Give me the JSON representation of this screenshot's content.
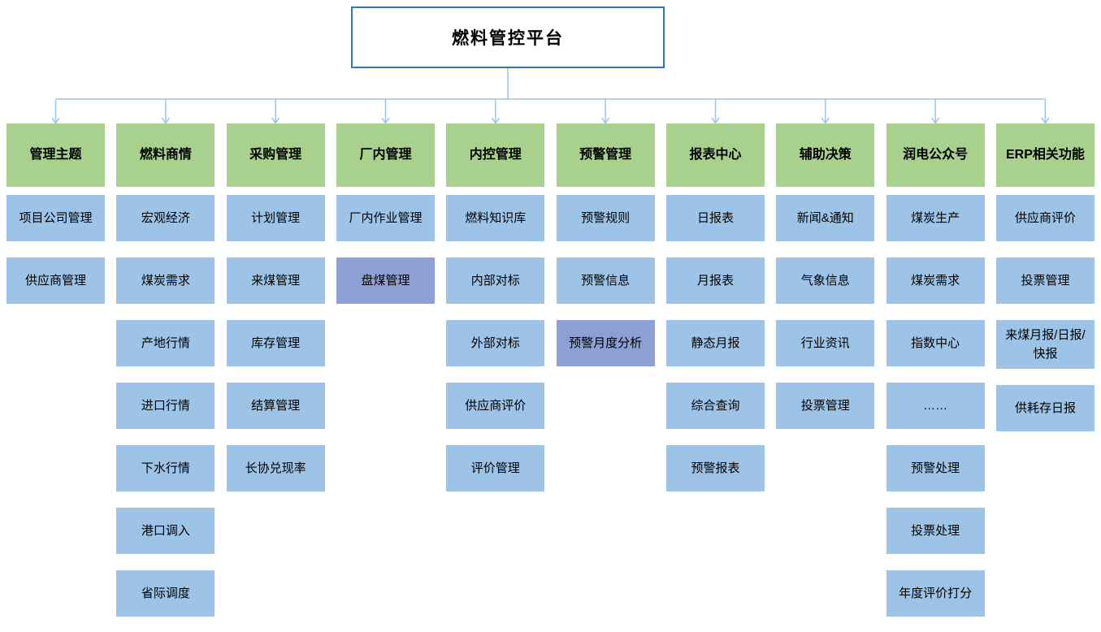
{
  "title": "燃料管控平台",
  "colors": {
    "header_bg": "#A9D18E",
    "item_bg": "#9DC3E6",
    "item_alt_bg": "#8E9FD5",
    "line": "#9DC3E6",
    "root_border": "#2E75B6"
  },
  "columns": [
    {
      "header": "管理主题",
      "items": [
        {
          "label": "项目公司管理"
        },
        {
          "label": "供应商管理"
        }
      ]
    },
    {
      "header": "燃料商情",
      "items": [
        {
          "label": "宏观经济"
        },
        {
          "label": "煤炭需求"
        },
        {
          "label": "产地行情"
        },
        {
          "label": "进口行情"
        },
        {
          "label": "下水行情"
        },
        {
          "label": "港口调入"
        },
        {
          "label": "省际调度"
        }
      ]
    },
    {
      "header": "采购管理",
      "items": [
        {
          "label": "计划管理"
        },
        {
          "label": "来煤管理"
        },
        {
          "label": "库存管理"
        },
        {
          "label": "结算管理"
        },
        {
          "label": "长协兑现率"
        }
      ]
    },
    {
      "header": "厂内管理",
      "items": [
        {
          "label": "厂内作业管理"
        },
        {
          "label": "盘煤管理",
          "variant": "purple"
        }
      ]
    },
    {
      "header": "内控管理",
      "items": [
        {
          "label": "燃料知识库"
        },
        {
          "label": "内部对标"
        },
        {
          "label": "外部对标"
        },
        {
          "label": "供应商评价"
        },
        {
          "label": "评价管理"
        }
      ]
    },
    {
      "header": "预警管理",
      "items": [
        {
          "label": "预警规则"
        },
        {
          "label": "预警信息"
        },
        {
          "label": "预警月度分析",
          "variant": "purple"
        }
      ]
    },
    {
      "header": "报表中心",
      "items": [
        {
          "label": "日报表"
        },
        {
          "label": "月报表"
        },
        {
          "label": "静态月报"
        },
        {
          "label": "综合查询"
        },
        {
          "label": "预警报表"
        }
      ]
    },
    {
      "header": "辅助决策",
      "items": [
        {
          "label": "新闻&通知"
        },
        {
          "label": "气象信息"
        },
        {
          "label": "行业资讯"
        },
        {
          "label": "投票管理"
        }
      ]
    },
    {
      "header": "润电公众号",
      "items": [
        {
          "label": "煤炭生产"
        },
        {
          "label": "煤炭需求"
        },
        {
          "label": "指数中心"
        },
        {
          "label": "……"
        },
        {
          "label": "预警处理"
        },
        {
          "label": "投票处理"
        },
        {
          "label": "年度评价打分"
        }
      ]
    },
    {
      "header": "ERP相关功能",
      "items": [
        {
          "label": "供应商评价"
        },
        {
          "label": "投票管理"
        },
        {
          "label": "来煤月报/日报/快报"
        },
        {
          "label": "供耗存日报"
        }
      ]
    }
  ]
}
